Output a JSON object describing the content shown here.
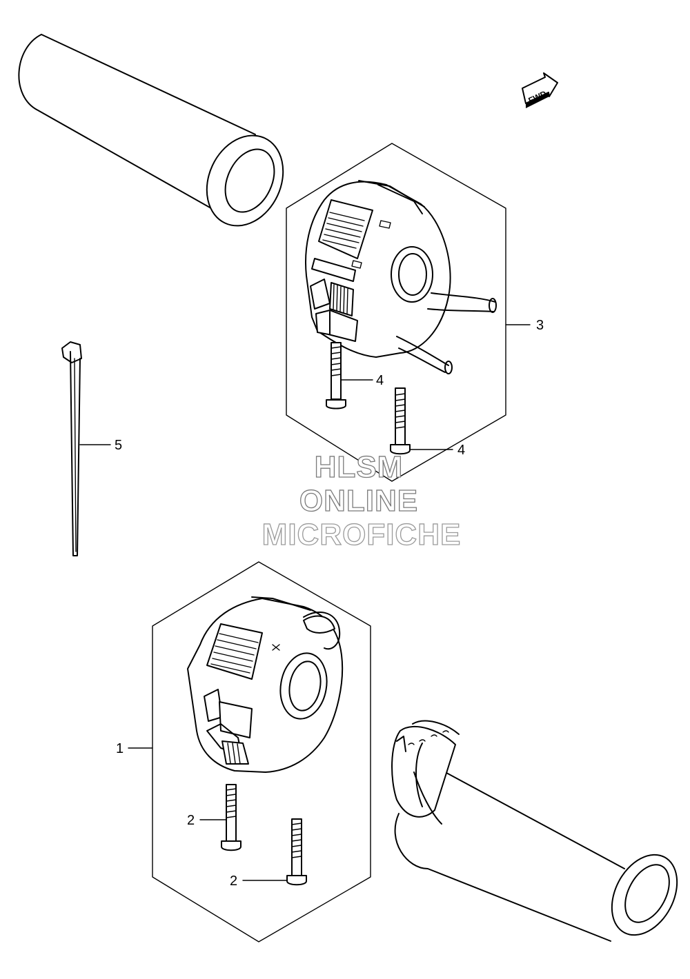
{
  "diagram": {
    "fwd_label": "FWD",
    "watermark": {
      "line1": "HLSM",
      "line2": "ONLINE",
      "line3": "MICROFICHE"
    },
    "callouts": [
      {
        "id": "c1",
        "label": "1"
      },
      {
        "id": "c2a",
        "label": "2"
      },
      {
        "id": "c2b",
        "label": "2"
      },
      {
        "id": "c3",
        "label": "3"
      },
      {
        "id": "c4a",
        "label": "4"
      },
      {
        "id": "c4b",
        "label": "4"
      },
      {
        "id": "c5",
        "label": "5"
      }
    ]
  }
}
